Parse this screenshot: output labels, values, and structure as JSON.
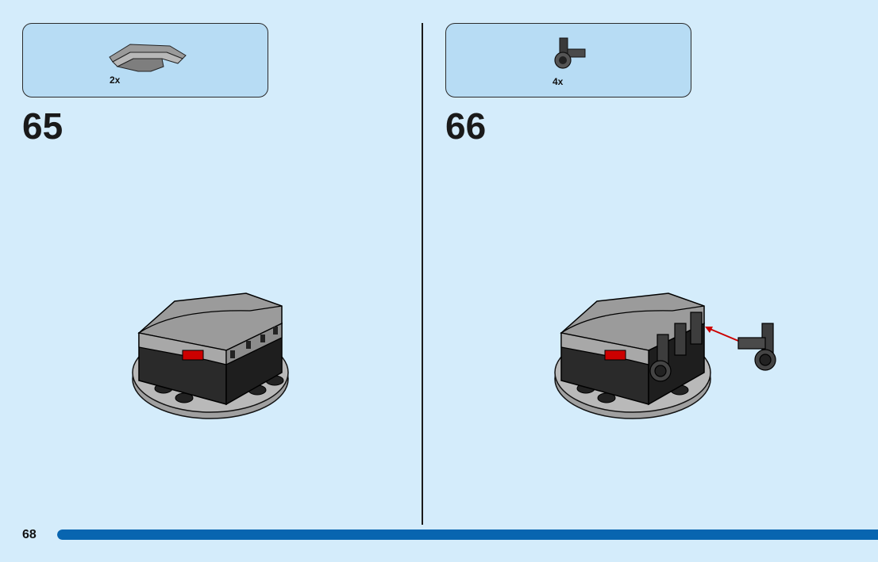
{
  "page": {
    "number": "68",
    "progress": 1.0
  },
  "colors": {
    "background": "#d4ecfb",
    "parts_box": "#b7dcf4",
    "progress_bar": "#0865b0"
  },
  "steps": [
    {
      "number": "65",
      "parts": [
        {
          "name": "curved-slope-part-icon",
          "qty": "2x"
        }
      ]
    },
    {
      "number": "66",
      "parts": [
        {
          "name": "technic-pin-connector-icon",
          "qty": "4x"
        }
      ]
    }
  ]
}
